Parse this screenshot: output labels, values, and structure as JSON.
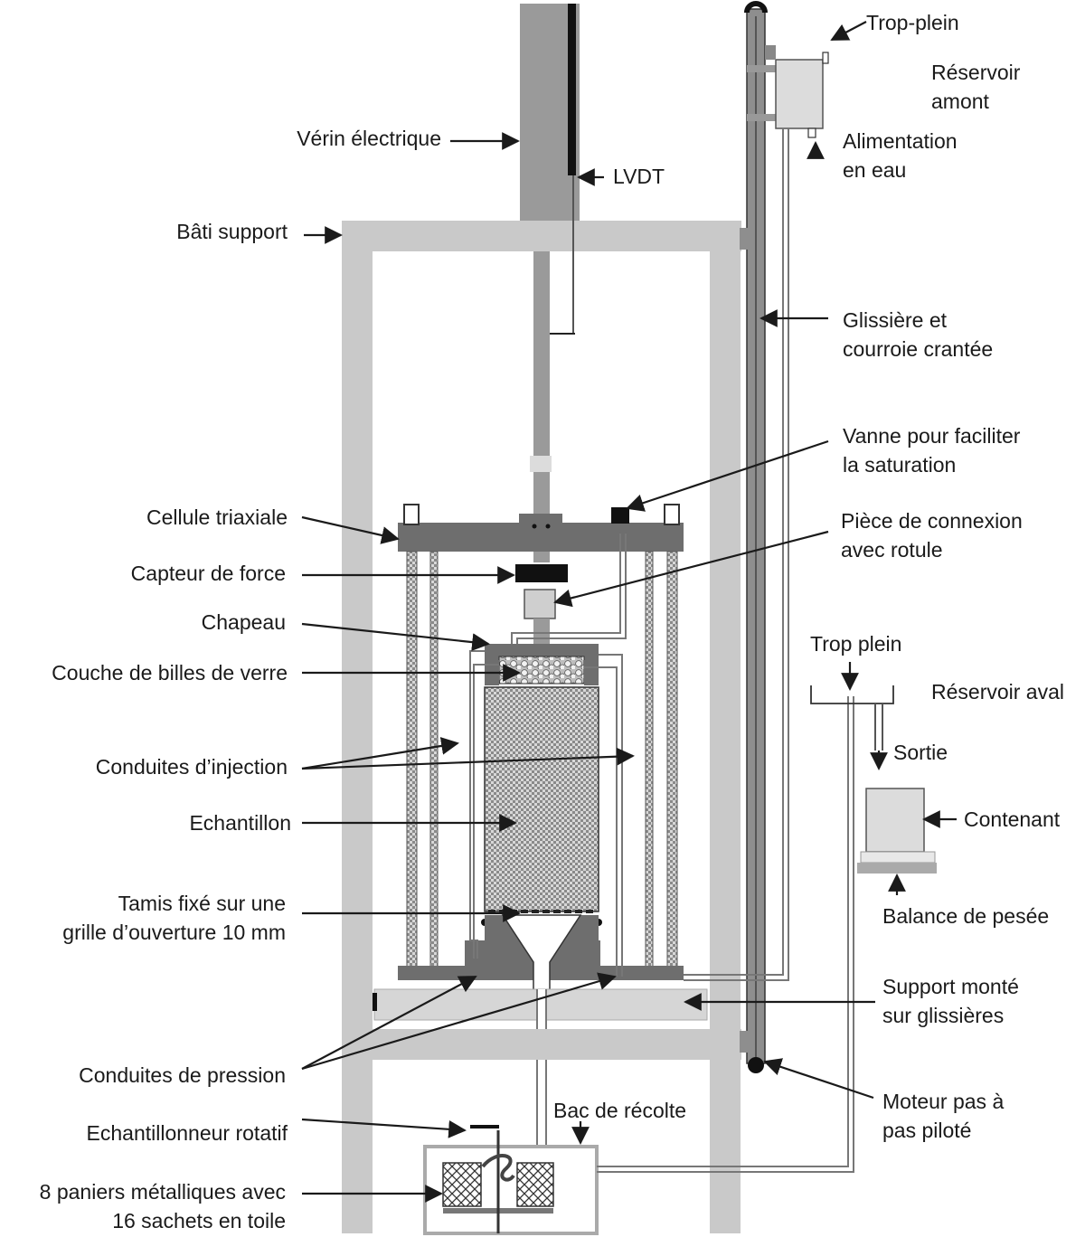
{
  "labels": {
    "trop_plein_top": "Trop-plein",
    "reservoir_amont": [
      "Réservoir",
      "amont"
    ],
    "alimentation": [
      "Alimentation",
      "en eau"
    ],
    "verin": "Vérin électrique",
    "lvdt": "LVDT",
    "bati": "Bâti support",
    "glissiere": [
      "Glissière et",
      "courroie crantée"
    ],
    "vanne": [
      "Vanne pour faciliter",
      "la saturation"
    ],
    "cellule": "Cellule triaxiale",
    "piece": [
      "Pièce de connexion",
      "avec rotule"
    ],
    "capteur": "Capteur de force",
    "chapeau": "Chapeau",
    "trop_plein_aval": "Trop plein",
    "billes": "Couche de billes de verre",
    "reservoir_aval": "Réservoir aval",
    "sortie": "Sortie",
    "conduites_injection": "Conduites d’injection",
    "contenant": "Contenant",
    "echantillon": "Echantillon",
    "balance": "Balance de pesée",
    "tamis": [
      "Tamis fixé sur une",
      "grille d’ouverture 10 mm"
    ],
    "support": [
      "Support monté",
      "sur glissières"
    ],
    "conduites_pression": "Conduites de pression",
    "moteur": [
      "Moteur pas à",
      "pas piloté"
    ],
    "bac": "Bac de récolte",
    "echantillonneur": "Echantillonneur rotatif",
    "paniers": [
      "8 paniers métalliques avec",
      "16 sachets en toile"
    ]
  }
}
